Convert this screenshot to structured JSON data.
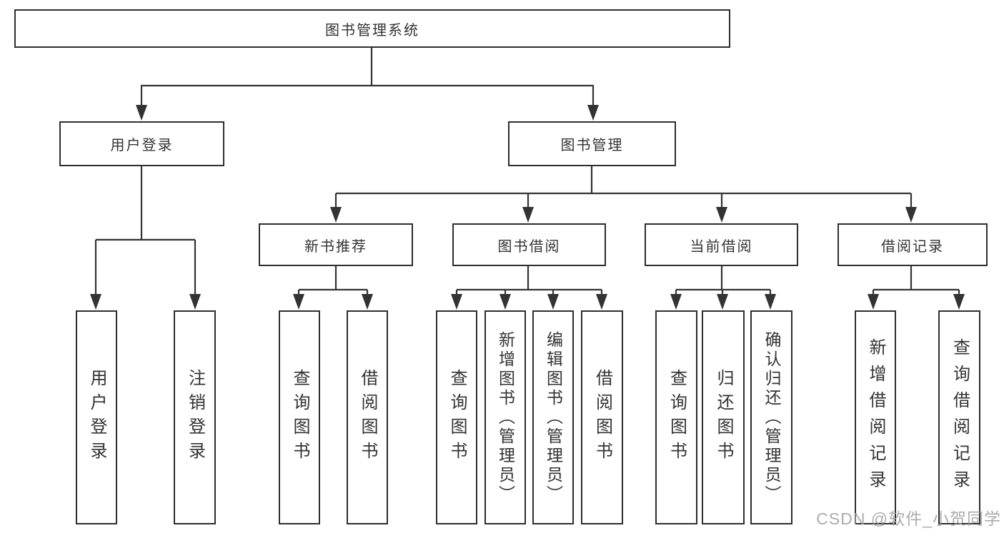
{
  "tree": {
    "root_label": "图书管理系统",
    "branches": [
      {
        "label": "用户登录",
        "leaves": [
          {
            "label": "用户登录"
          },
          {
            "label": "注销登录"
          }
        ]
      },
      {
        "label": "图书管理",
        "groups": [
          {
            "label": "新书推荐",
            "leaves": [
              {
                "label": "查询图书"
              },
              {
                "label": "借阅图书"
              }
            ]
          },
          {
            "label": "图书借阅",
            "leaves": [
              {
                "label": "查询图书"
              },
              {
                "label": "新增图书（管理员）"
              },
              {
                "label": "编辑图书（管理员）"
              },
              {
                "label": "借阅图书"
              }
            ]
          },
          {
            "label": "当前借阅",
            "leaves": [
              {
                "label": "查询图书"
              },
              {
                "label": "归还图书"
              },
              {
                "label": "确认归还（管理员）"
              }
            ]
          },
          {
            "label": "借阅记录",
            "leaves": [
              {
                "label": "新增借阅记录"
              },
              {
                "label": "查询借阅记录"
              }
            ]
          }
        ]
      }
    ]
  },
  "watermark": {
    "text": "CSDN @软件_小贺同学"
  },
  "colors": {
    "line": "#333333",
    "border": "#2e2e2e",
    "text": "#333333",
    "background": "#ffffff",
    "watermark": "#9e9e9e"
  }
}
